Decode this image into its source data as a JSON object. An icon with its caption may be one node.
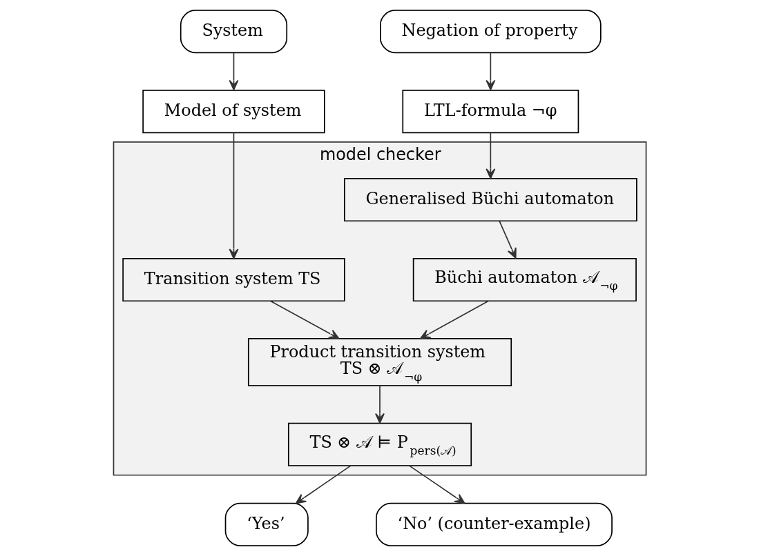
{
  "diagram": {
    "nodes": [
      {
        "text": [
          "System"
        ]
      },
      {
        "text": [
          "Negation of property"
        ]
      },
      {
        "text": [
          "Model of system"
        ]
      },
      {
        "text": [
          "LTL-formula ¬φ"
        ]
      },
      {
        "text": [
          "model checker"
        ]
      },
      {
        "text": [
          "Generalised Büchi automaton"
        ],
        "in": 4
      },
      {
        "text": [
          "Transition system TS"
        ],
        "in": 4
      },
      {
        "text": [
          "Büchi automaton 𝒜$_{¬φ}$"
        ],
        "in": 4
      },
      {
        "text": [
          "Product transition system",
          "TS ⊗ 𝒜$_{¬φ}$"
        ],
        "in": 4
      },
      {
        "text": [
          "TS ⊗ 𝒜 ⊨ P$_{pers(𝒜)}$"
        ],
        "in": 4
      },
      {
        "text": [
          "‘Yes’"
        ]
      },
      {
        "text": [
          "‘No’ (counter-example)"
        ]
      }
    ],
    "edges": [
      {
        "from": 0,
        "to": 2,
        "arrow": "to"
      },
      {
        "from": 1,
        "to": 3,
        "arrow": "to"
      },
      {
        "from": 2,
        "to": 6,
        "arrow": "to"
      },
      {
        "from": 3,
        "to": 5,
        "arrow": "to"
      },
      {
        "from": 5,
        "to": 7,
        "arrow": "to"
      },
      {
        "from": 6,
        "to": 8,
        "arrow": "to"
      },
      {
        "from": 7,
        "to": 8,
        "arrow": "to"
      },
      {
        "from": 8,
        "to": 9,
        "arrow": "to"
      },
      {
        "from": 9,
        "to": 10,
        "arrow": "to"
      },
      {
        "from": 9,
        "to": 11,
        "arrow": "to"
      }
    ]
  }
}
